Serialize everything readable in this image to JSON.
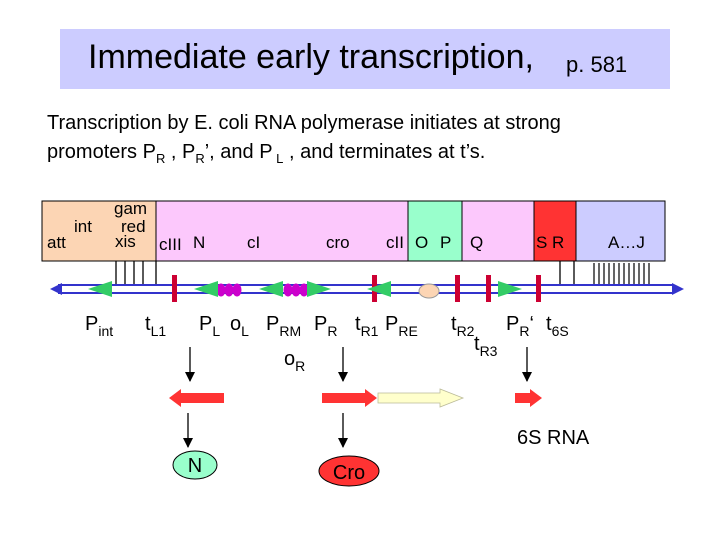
{
  "title": {
    "main": "Immediate early transcription,",
    "page": "p. 581"
  },
  "caption": {
    "line1": "Transcription by E. coli RNA polymerase initiates at strong",
    "line2": {
      "pre": "promoters P",
      "s1": "R",
      "m1": " , P",
      "s2": "R",
      "m2": "’, and P",
      "s3": " L",
      "post": " , and terminates at  t’s."
    }
  },
  "map": {
    "labels": {
      "att": "att",
      "int": "int",
      "xis": "xis",
      "gam": "gam",
      "red": "red",
      "ciii": "cIII",
      "n": "N",
      "ci": "cI",
      "cro": "cro",
      "cii": "cII",
      "o": "O",
      "p": "P",
      "q": "Q",
      "sr": "S R",
      "aj": "A…J"
    },
    "colors": {
      "peach": "#fcd5b4",
      "pink": "#fcc8fc",
      "green": "#99ffcc",
      "red": "#ff3333",
      "lavender": "#ccccff",
      "dna": "#3333cc",
      "promoter": "#33cc66",
      "operator": "#cc00cc",
      "terminator": "#cc0033",
      "orf": "#ffffcc",
      "peach_oval": "#fcd5b4"
    }
  },
  "elements": {
    "p_int": {
      "base": "P",
      "sub": "int"
    },
    "t_l1": {
      "base": "t",
      "sub": "L1"
    },
    "p_l": {
      "base": "P",
      "sub": "L"
    },
    "o_l": {
      "base": "o",
      "sub": "L"
    },
    "p_rm": {
      "base": "P",
      "sub": "RM"
    },
    "p_r": {
      "base": "P",
      "sub": "R"
    },
    "t_r1": {
      "base": "t",
      "sub": "R1"
    },
    "p_re": {
      "base": "P",
      "sub": "RE"
    },
    "o_r": {
      "base": "o",
      "sub": "R"
    },
    "t_r2": {
      "base": "t",
      "sub": "R2"
    },
    "t_r3": {
      "base": "t",
      "sub": "R3"
    },
    "p_rprime": {
      "base": "P",
      "sub": "R",
      "tick": "‘"
    },
    "t_6s": {
      "base": "t",
      "sub": "6S"
    }
  },
  "products": {
    "n": "N",
    "cro": "Cro",
    "rna6s": "6S RNA",
    "n_color": "#99ffcc",
    "cro_color": "#ff3333"
  }
}
